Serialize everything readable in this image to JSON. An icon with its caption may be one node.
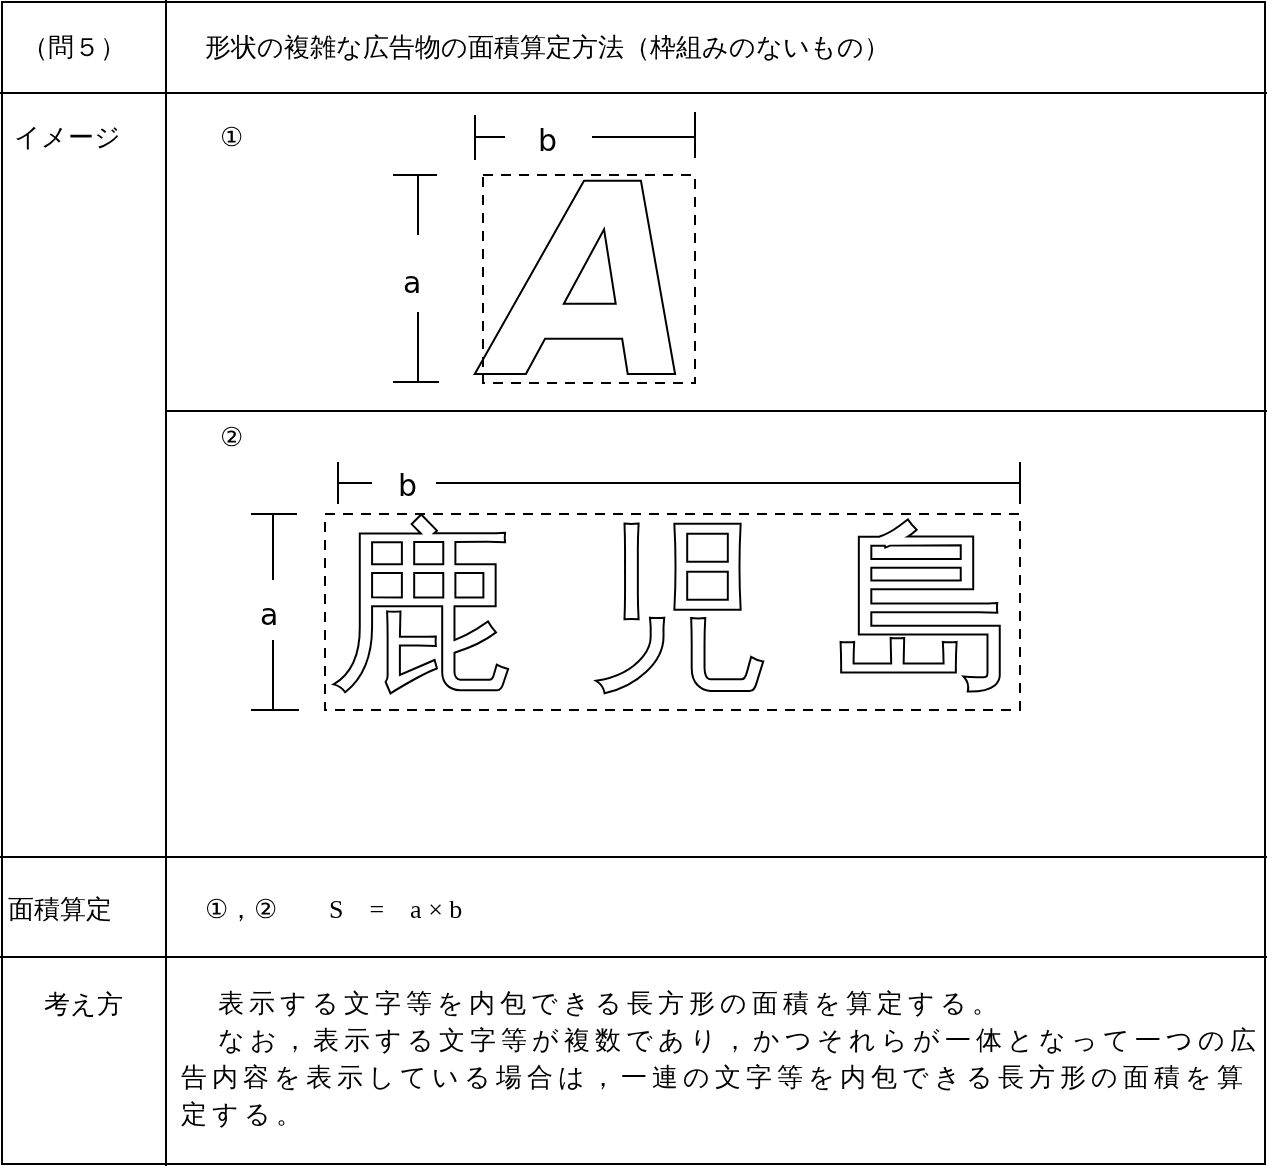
{
  "diagram": {
    "labels": [
      "（問５）",
      "形状の複雑な広告物の面積算定方法（枠組みのないもの）",
      "イメージ",
      "①",
      "b",
      "a",
      "A",
      "②",
      "b",
      "a",
      "鹿",
      "児",
      "島",
      "面積算定",
      "①，②　　S　=　a × b",
      "考え方",
      "表示する文字等を内包できる長方形の面積を算定する。",
      "なお，表示する文字等が複数であり，かつそれらが一体となって一つの広告内容を表示している場合は，一連の文字等を内包できる長方形の面積を算定する。"
    ]
  }
}
